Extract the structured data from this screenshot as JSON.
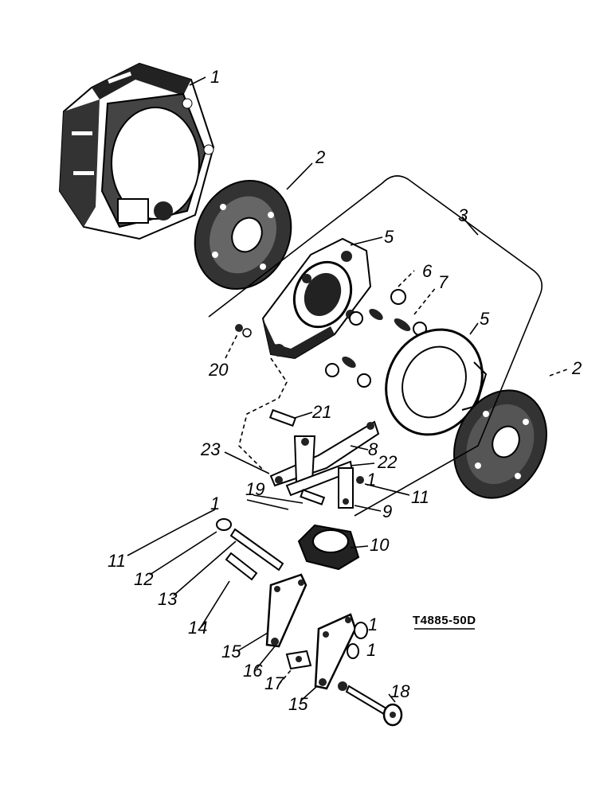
{
  "drawing_code": "T4885-50D",
  "callouts": {
    "c1_top": "1",
    "c2_left_disc": "2",
    "c3_bracket": "3",
    "c5_upper": "5",
    "c6": "6",
    "c7": "7",
    "c5_lower": "5",
    "c2_right_disc": "2",
    "c20": "20",
    "c21": "21",
    "c23": "23",
    "c8": "8",
    "c22": "22",
    "c19": "19",
    "c1_mid": "1",
    "c11_right": "11",
    "c9": "9",
    "c10": "10",
    "c1_left": "1",
    "c11_left": "11",
    "c12": "12",
    "c13": "13",
    "c14": "14",
    "c15_upper": "15",
    "c16": "16",
    "c17": "17",
    "c1_washer_a": "1",
    "c1_washer_b": "1",
    "c15_lower": "15",
    "c18": "18"
  }
}
